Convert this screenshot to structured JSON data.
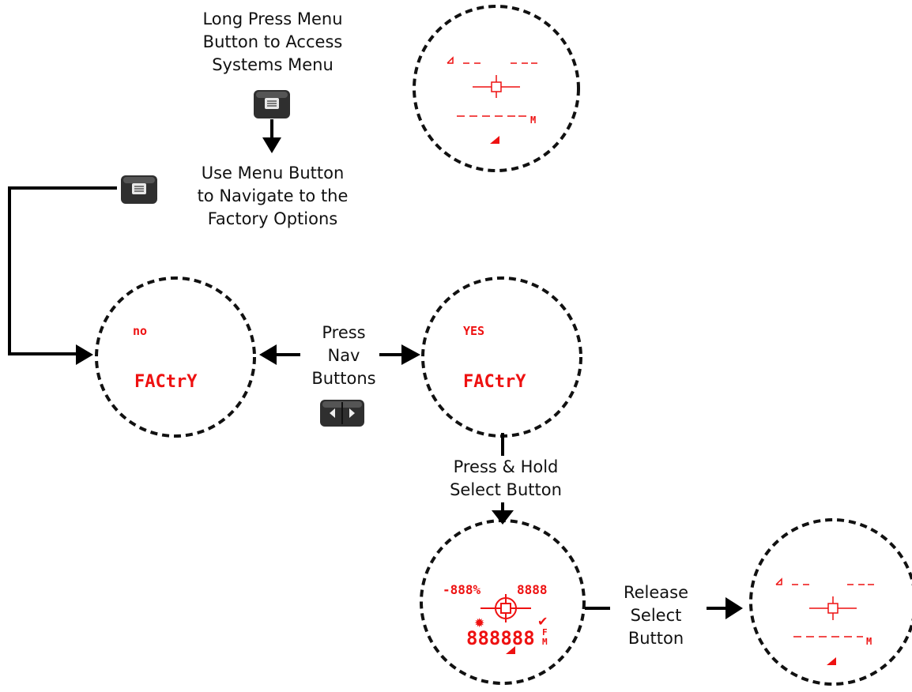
{
  "steps": {
    "long_press": "Long Press Menu\nButton to Access\nSystems Menu",
    "navigate": "Use Menu Button\nto Navigate to the\nFactory Options",
    "press_nav": "Press\nNav\nButtons",
    "press_hold": "Press & Hold\nSelect Button",
    "release": "Release\nSelect\nButton"
  },
  "screens": {
    "no": {
      "option": "no",
      "setting": "FACtrY"
    },
    "yes": {
      "option": "YES",
      "setting": "FACtrY"
    },
    "units_m": "M",
    "all_segments": {
      "top_left": "-888%",
      "top_right": "8888",
      "range": "888888",
      "unit_f": "F",
      "unit_m": "M"
    }
  },
  "icons": [
    "menu-button-icon",
    "nav-buttons-icon",
    "arrow-down-icon",
    "arrow-left-icon",
    "arrow-right-icon"
  ],
  "colors": {
    "lcd_red": "#ee1111",
    "button_dark": "#2f2f2f"
  }
}
